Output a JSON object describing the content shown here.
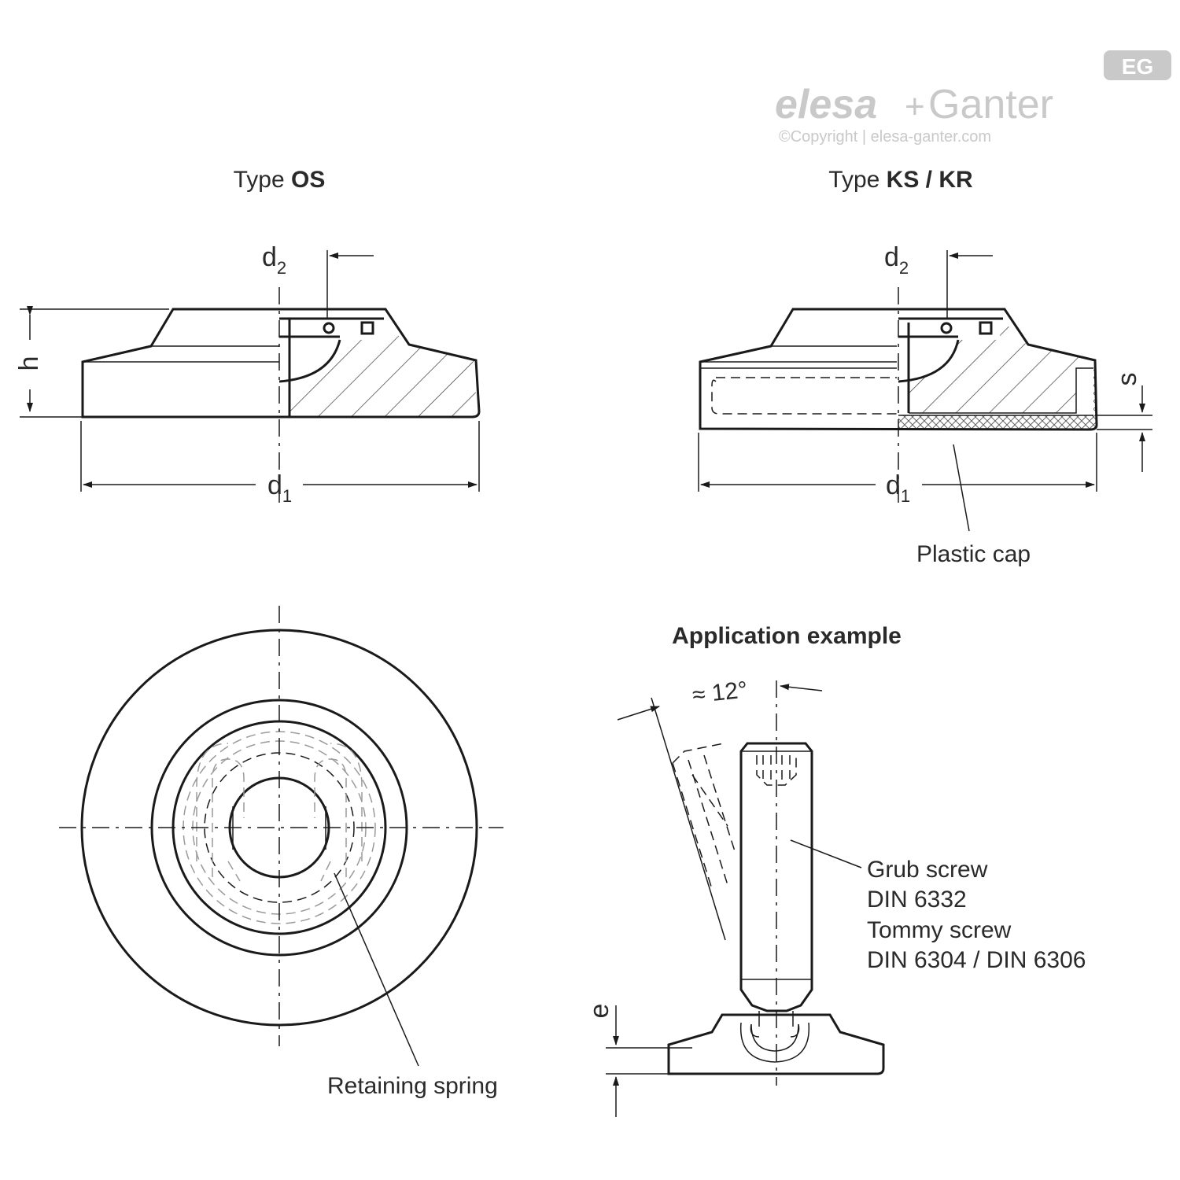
{
  "logo": {
    "brand_left": "elesa",
    "brand_plus": "+",
    "brand_right": "Ganter",
    "badge": "EG",
    "copyright": "©Copyright | elesa-ganter.com",
    "color": "#c9c9c9"
  },
  "views": {
    "type_os": {
      "prefix": "Type ",
      "name": "OS"
    },
    "type_ks_kr": {
      "prefix": "Type ",
      "name": "KS / KR"
    },
    "application": {
      "title": "Application example"
    }
  },
  "dimensions": {
    "d1": "d",
    "d1_sub": "1",
    "d2": "d",
    "d2_sub": "2",
    "h": "h",
    "s": "s",
    "e": "e",
    "angle": "≈ 12°"
  },
  "callouts": {
    "plastic_cap": "Plastic cap",
    "retaining_spring": "Retaining spring",
    "screw_lines": [
      "Grub screw",
      "DIN 6332",
      "Tommy screw",
      "DIN 6304 / DIN 6306"
    ]
  }
}
